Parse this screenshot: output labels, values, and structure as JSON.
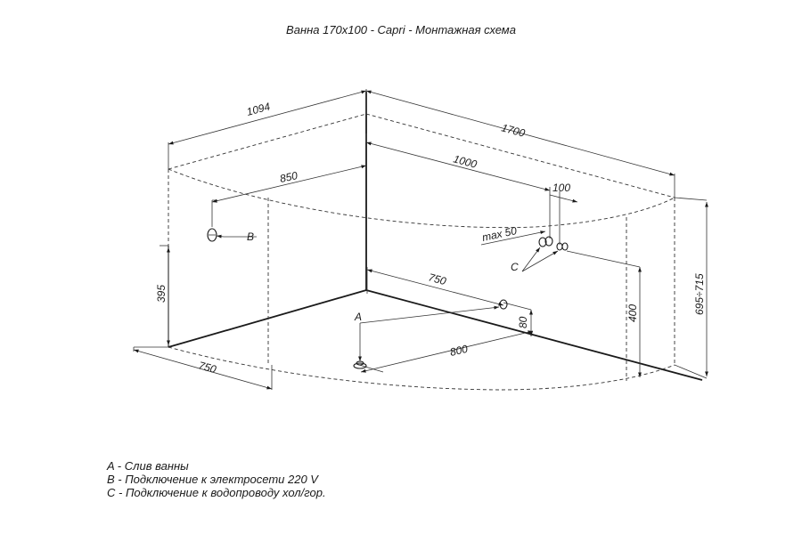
{
  "title": "Ванна 170x100 - Capri - Монтажная схема",
  "dimensions": {
    "d1094": "1094",
    "d1700": "1700",
    "d1000": "1000",
    "d850": "850",
    "d100": "100",
    "max50": "max  50",
    "d395": "395",
    "d750_back": "750",
    "d750_front": "750",
    "d800": "800",
    "d80": "80",
    "d400": "400",
    "d695_715": "695÷715"
  },
  "markers": {
    "a": "A",
    "b": "B",
    "c": "C"
  },
  "legend": [
    "A - Слив ванны",
    "B - Подключение к электросети 220 V",
    "C - Подключение к водопроводу хол/гор."
  ]
}
